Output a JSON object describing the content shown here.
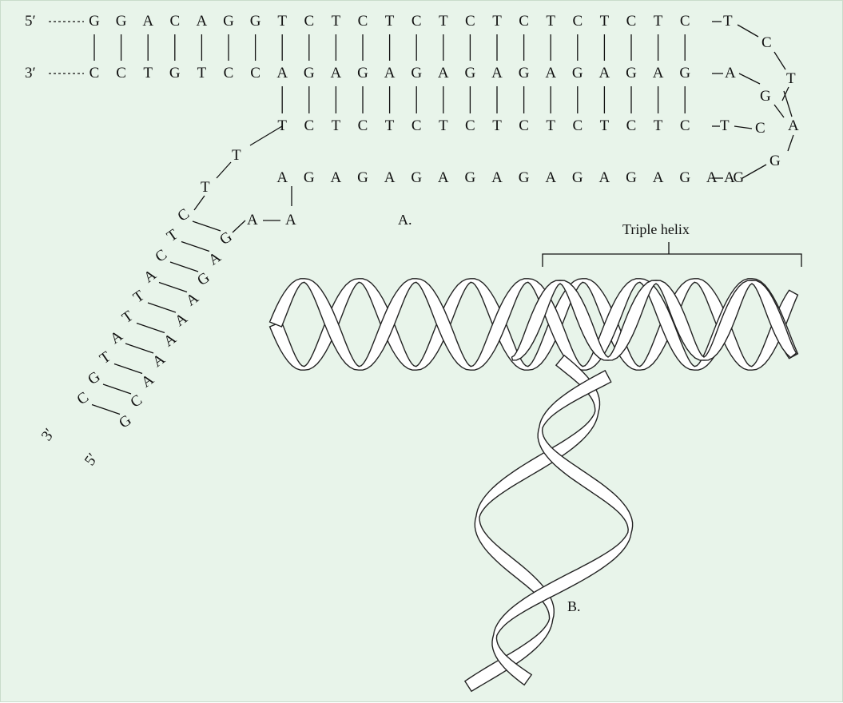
{
  "panel_a": {
    "label": "A.",
    "top_strand": {
      "prime_label": "5′",
      "bases": [
        "G",
        "G",
        "A",
        "C",
        "A",
        "G",
        "G",
        "T",
        "C",
        "T",
        "C",
        "T",
        "C",
        "T",
        "C",
        "T",
        "C",
        "T",
        "C",
        "T",
        "C",
        "T",
        "C"
      ],
      "loop_bases": [
        "T",
        "C",
        "T"
      ]
    },
    "middle_strand": {
      "prime_label": "3′",
      "bases": [
        "C",
        "C",
        "T",
        "G",
        "T",
        "C",
        "C",
        "A",
        "G",
        "A",
        "G",
        "A",
        "G",
        "A",
        "G",
        "A",
        "G",
        "A",
        "G",
        "A",
        "G",
        "A",
        "G"
      ],
      "loop_bases": [
        "A",
        "G"
      ]
    },
    "third_strand": {
      "bases": [
        "T",
        "C",
        "T",
        "C",
        "T",
        "C",
        "T",
        "C",
        "T",
        "C",
        "T",
        "C",
        "T",
        "C",
        "T",
        "C"
      ],
      "loop_bases": [
        "T",
        "C",
        "A",
        "G"
      ]
    },
    "fourth_strand": {
      "bases": [
        "A",
        "G",
        "A",
        "G",
        "A",
        "G",
        "A",
        "G",
        "A",
        "G",
        "A",
        "G",
        "A",
        "G",
        "A",
        "G",
        "A",
        "G"
      ],
      "loop_bases": [
        "A"
      ]
    },
    "tail": {
      "linker_bases": [
        "A",
        "A",
        "T",
        "T"
      ],
      "left_bases": [
        "C",
        "T",
        "C",
        "A",
        "T",
        "T",
        "A",
        "T",
        "G",
        "C"
      ],
      "right_bases": [
        "G",
        "A",
        "G",
        "A",
        "A",
        "A",
        "A",
        "A",
        "C",
        "G"
      ],
      "left_prime_label": "3′",
      "right_prime_label": "5′"
    }
  },
  "panel_b": {
    "label": "B.",
    "bracket_label": "Triple helix"
  },
  "colors": {
    "background": "#e8f4ea",
    "ribbon_front": "#ffffff",
    "ribbon_back": "#c9c9c9",
    "ink": "#111111"
  }
}
